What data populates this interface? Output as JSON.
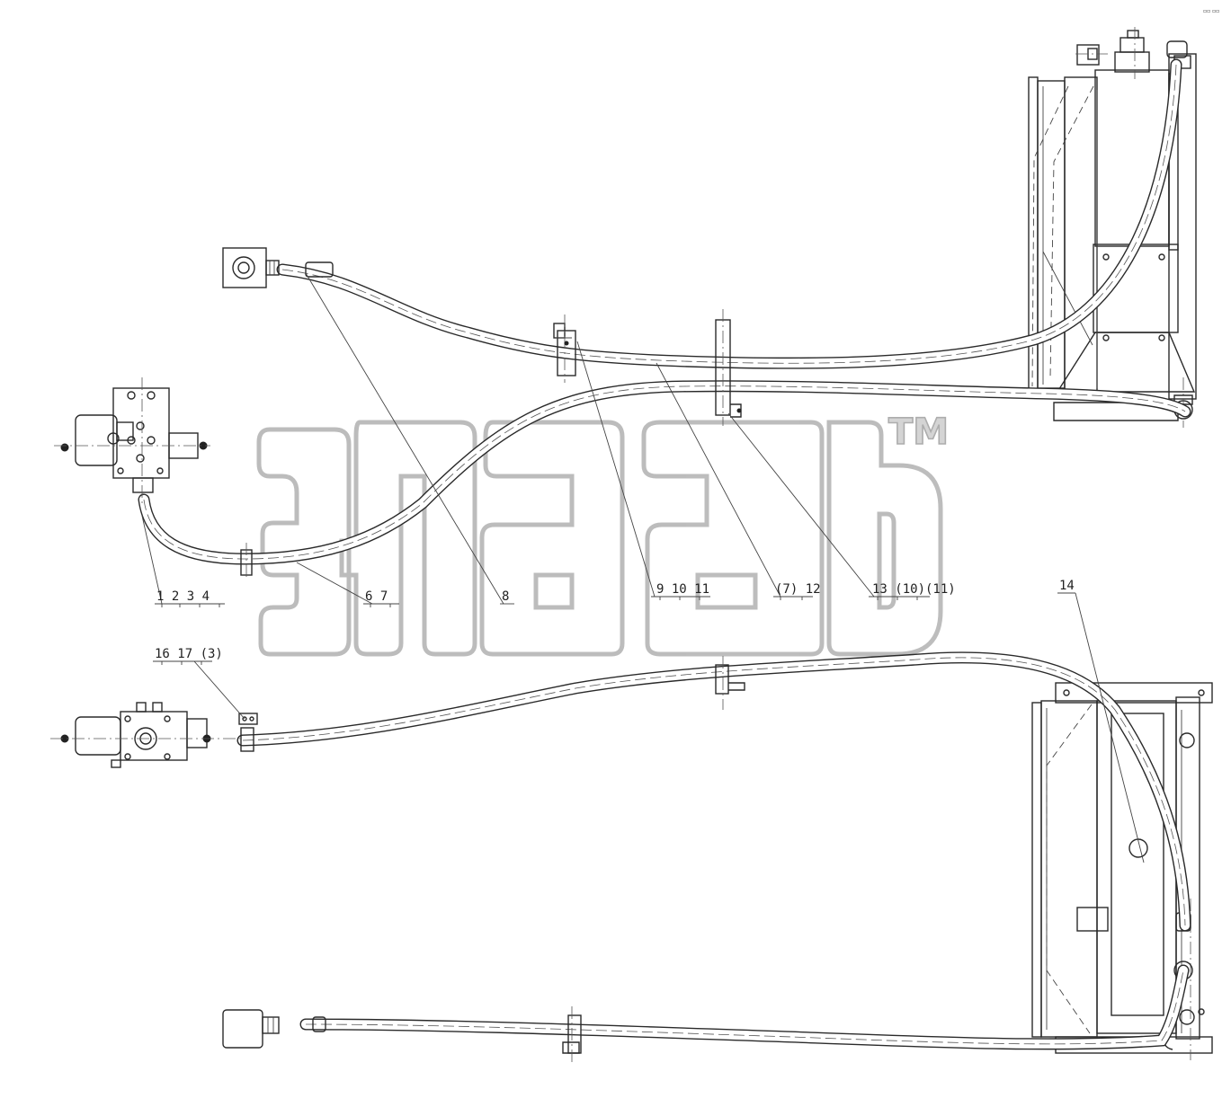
{
  "drawing": {
    "callouts": {
      "c1": "1 2 3 4",
      "c2": "6 7",
      "c3": "8",
      "c4": "9 10 11",
      "c5": "(7) 12",
      "c6": "13 (10)(11)",
      "c7": "14",
      "c8": "16 17 (3)"
    },
    "watermark": {
      "logo_text": "элаб",
      "trademark": "TM"
    },
    "corner_mark": "▫▫ ▫▫"
  }
}
